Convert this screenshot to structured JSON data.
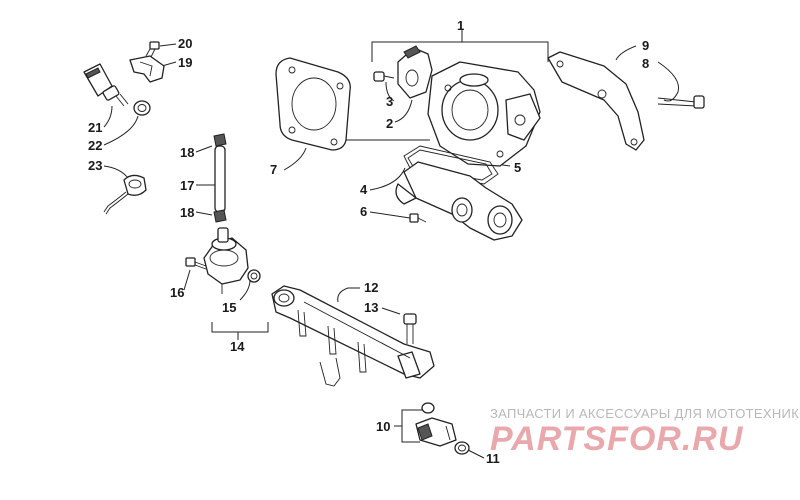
{
  "callouts": [
    {
      "id": "1",
      "label": "1"
    },
    {
      "id": "2",
      "label": "2"
    },
    {
      "id": "3",
      "label": "3"
    },
    {
      "id": "4",
      "label": "4"
    },
    {
      "id": "5",
      "label": "5"
    },
    {
      "id": "6",
      "label": "6"
    },
    {
      "id": "7",
      "label": "7"
    },
    {
      "id": "8",
      "label": "8"
    },
    {
      "id": "9",
      "label": "9"
    },
    {
      "id": "10",
      "label": "10"
    },
    {
      "id": "11",
      "label": "11"
    },
    {
      "id": "12",
      "label": "12"
    },
    {
      "id": "13",
      "label": "13"
    },
    {
      "id": "14",
      "label": "14"
    },
    {
      "id": "15",
      "label": "15"
    },
    {
      "id": "16",
      "label": "16"
    },
    {
      "id": "17",
      "label": "17"
    },
    {
      "id": "18a",
      "label": "18"
    },
    {
      "id": "18b",
      "label": "18"
    },
    {
      "id": "19",
      "label": "19"
    },
    {
      "id": "20",
      "label": "20"
    },
    {
      "id": "21",
      "label": "21"
    },
    {
      "id": "22",
      "label": "22"
    },
    {
      "id": "23",
      "label": "23"
    }
  ],
  "watermark": {
    "tagline": "ЗАПЧАСТИ И АКСЕССУАРЫ ДЛЯ МОТОТЕХНИКИ",
    "brand": "PARTSFOR.RU"
  }
}
